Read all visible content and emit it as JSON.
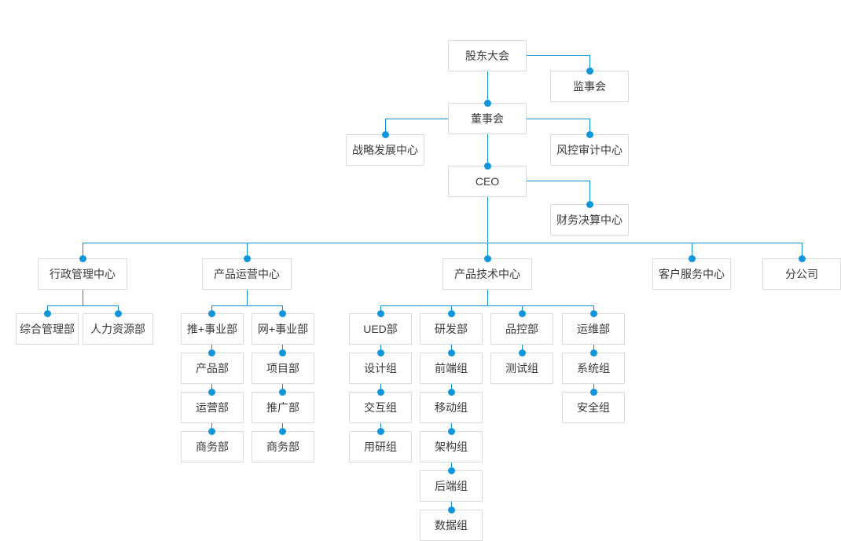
{
  "theme": {
    "line_color": "#0e8fce",
    "dot_color": "#1296db",
    "box_border_color": "#dcdcdc",
    "box_background": "#ffffff",
    "text_color": "#3a3a3a",
    "canvas_background": "#ffffff"
  },
  "chart_data": {
    "type": "diagram",
    "title": "",
    "diagram_kind": "organization-chart",
    "orientation": "top-down",
    "levels": [
      [
        "股东大会"
      ],
      [
        "监事会",
        "董事会"
      ],
      [
        "战略发展中心",
        "风控审计中心",
        "CEO"
      ],
      [
        "财务决算中心"
      ],
      [
        "行政管理中心",
        "产品运营中心",
        "产品技术中心",
        "客户服务中心",
        "分公司"
      ],
      [
        "综合管理部",
        "人力资源部",
        "推+事业部",
        "网+事业部",
        "UED部",
        "研发部",
        "品控部",
        "运维部"
      ],
      [
        "产品部",
        "项目部",
        "设计组",
        "前端组",
        "测试组",
        "系统组"
      ],
      [
        "运营部",
        "推广部",
        "交互组",
        "移动组",
        "安全组"
      ],
      [
        "商务部",
        "商务部",
        "用研组",
        "架构组"
      ],
      [
        "后端组"
      ],
      [
        "数据组"
      ]
    ],
    "edges": [
      [
        "股东大会",
        "监事会"
      ],
      [
        "股东大会",
        "董事会"
      ],
      [
        "董事会",
        "战略发展中心"
      ],
      [
        "董事会",
        "风控审计中心"
      ],
      [
        "董事会",
        "CEO"
      ],
      [
        "CEO",
        "财务决算中心"
      ],
      [
        "CEO",
        "行政管理中心"
      ],
      [
        "CEO",
        "产品运营中心"
      ],
      [
        "CEO",
        "产品技术中心"
      ],
      [
        "CEO",
        "客户服务中心"
      ],
      [
        "CEO",
        "分公司"
      ],
      [
        "行政管理中心",
        "综合管理部"
      ],
      [
        "行政管理中心",
        "人力资源部"
      ],
      [
        "产品运营中心",
        "推+事业部"
      ],
      [
        "产品运营中心",
        "网+事业部"
      ],
      [
        "推+事业部",
        "产品部"
      ],
      [
        "产品部",
        "运营部"
      ],
      [
        "运营部",
        "商务部"
      ],
      [
        "网+事业部",
        "项目部"
      ],
      [
        "项目部",
        "推广部"
      ],
      [
        "推广部",
        "商务部"
      ],
      [
        "产品技术中心",
        "UED部"
      ],
      [
        "产品技术中心",
        "研发部"
      ],
      [
        "产品技术中心",
        "品控部"
      ],
      [
        "产品技术中心",
        "运维部"
      ],
      [
        "UED部",
        "设计组"
      ],
      [
        "设计组",
        "交互组"
      ],
      [
        "交互组",
        "用研组"
      ],
      [
        "研发部",
        "前端组"
      ],
      [
        "前端组",
        "移动组"
      ],
      [
        "移动组",
        "架构组"
      ],
      [
        "架构组",
        "后端组"
      ],
      [
        "后端组",
        "数据组"
      ],
      [
        "品控部",
        "测试组"
      ],
      [
        "运维部",
        "系统组"
      ],
      [
        "系统组",
        "安全组"
      ]
    ]
  },
  "nodes": {
    "shareholders_meeting": "股东大会",
    "supervisory_board": "监事会",
    "board_of_directors": "董事会",
    "strategy_center": "战略发展中心",
    "risk_audit_center": "风控审计中心",
    "ceo": "CEO",
    "finance_center": "财务决算中心",
    "admin_center": "行政管理中心",
    "product_ops_center": "产品运营中心",
    "product_tech_center": "产品技术中心",
    "customer_service_center": "客户服务中心",
    "branch_company": "分公司",
    "general_admin_dept": "综合管理部",
    "hr_dept": "人力资源部",
    "tui_division": "推+事业部",
    "wang_division": "网+事业部",
    "product_dept": "产品部",
    "project_dept": "项目部",
    "operations_dept": "运营部",
    "promotion_dept": "推广部",
    "business_dept_left": "商务部",
    "business_dept_right": "商务部",
    "ued_dept": "UED部",
    "rd_dept": "研发部",
    "qc_dept": "品控部",
    "ops_maint_dept": "运维部",
    "design_group": "设计组",
    "frontend_group": "前端组",
    "test_group": "测试组",
    "system_group": "系统组",
    "interaction_group": "交互组",
    "mobile_group": "移动组",
    "security_group": "安全组",
    "user_research_group": "用研组",
    "architecture_group": "架构组",
    "backend_group": "后端组",
    "data_group": "数据组"
  }
}
